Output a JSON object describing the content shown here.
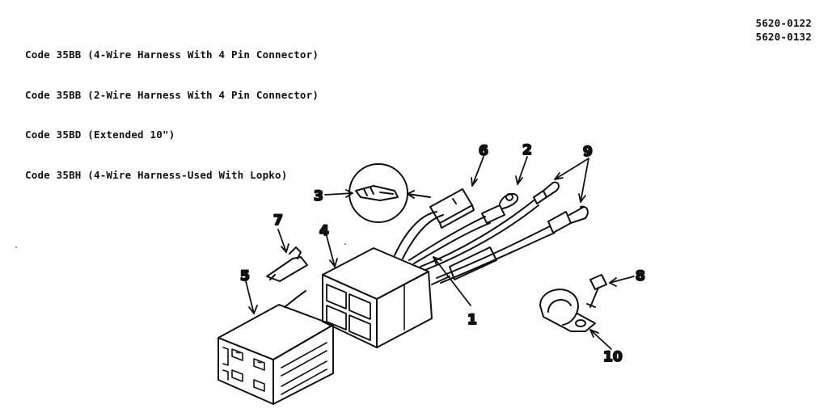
{
  "header": {
    "lines": [
      "Code 35BB (4-Wire Harness With 4 Pin Connector)",
      "Code 35BB (2-Wire Harness With 4 Pin Connector)",
      "Code 35BD (Extended 10\")",
      "Code 35BH (4-Wire Harness-Used With Lopko)"
    ]
  },
  "part_numbers": [
    "5620-0122",
    "5620-0132"
  ],
  "callouts": {
    "c1": "1",
    "c2": "2",
    "c3": "3",
    "c4": "4",
    "c5": "5",
    "c6": "6",
    "c7": "7",
    "c8": "8",
    "c9": "9",
    "c10": "10"
  }
}
